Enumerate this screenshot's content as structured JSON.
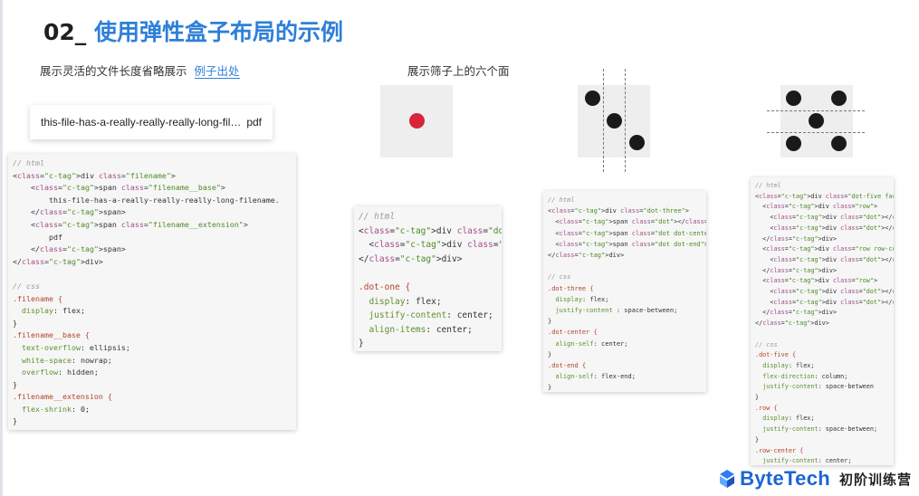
{
  "slide": {
    "number": "02_",
    "title": "使用弹性盒子布局的示例"
  },
  "filename_section": {
    "subtitle": "展示灵活的文件长度省略展示",
    "link": "例子出处",
    "demo_base": "this-file-has-a-really-really-really-long-filename.",
    "demo_ext": "pdf"
  },
  "dice_section": {
    "subtitle": "展示筛子上的六个面"
  },
  "colors": {
    "accent": "#2f7fd8",
    "dot": "#1a1a1a",
    "red_dot": "#d9243b",
    "face_bg": "#eeeeee"
  },
  "code_filename": [
    "// html",
    "<div class=\"filename\">",
    "    <span class=\"filename__base\">",
    "        this-file-has-a-really-really-really-long-filename.",
    "    </span>",
    "    <span class=\"filename__extension\">",
    "        pdf",
    "    </span>",
    "</div>",
    "",
    "// css",
    ".filename {",
    "  display: flex;",
    "}",
    ".filename__base {",
    "  text-overflow: ellipsis;",
    "  white-space: nowrap;",
    "  overflow: hidden;",
    "}",
    ".filename__extension {",
    "  flex-shrink: 0;",
    "}"
  ],
  "code_dot_one": [
    "// html",
    "<div class=\"dot-one\">",
    "  <div class=\"dot\"></div>",
    "</div>",
    "",
    ".dot-one {",
    "  display: flex;",
    "  justify-content: center;",
    "  align-items: center;",
    "}"
  ],
  "code_dot_three": [
    "// html",
    "<div class=\"dot-three\">",
    "  <span class=\"dot\"></span>",
    "  <span class=\"dot dot-center\"></span>",
    "  <span class=\"dot dot-end\"></span>",
    "</div>",
    "",
    "// css",
    ".dot-three {",
    "  display: flex;",
    "  justify-content : space-between;",
    "}",
    ".dot-center {",
    "  align-self: center;",
    "}",
    ".dot-end {",
    "  align-self: flex-end;",
    "}"
  ],
  "code_dot_five": [
    "// html",
    "<div class=\"dot-five face\">",
    "  <div class=\"row\">",
    "    <div class=\"dot\"></div>",
    "    <div class=\"dot\"></div>",
    "  </div>",
    "  <div class=\"row row-center\">",
    "    <div class=\"dot\"></div>",
    "  </div>",
    "  <div class=\"row\">",
    "    <div class=\"dot\"></div>",
    "    <div class=\"dot\"></div>",
    "  </div>",
    "</div>",
    "",
    "// css",
    ".dot-five {",
    "  display: flex;",
    "  flex-direction: column;",
    "  justify-content: space-between",
    "}",
    ".row {",
    "  display: flex;",
    "  justify-content: space-between;",
    "}",
    ".row-center {",
    "  justify-content: center;",
    "}"
  ],
  "logo": {
    "name": "ByteTech",
    "subtitle": "初阶训练营"
  }
}
